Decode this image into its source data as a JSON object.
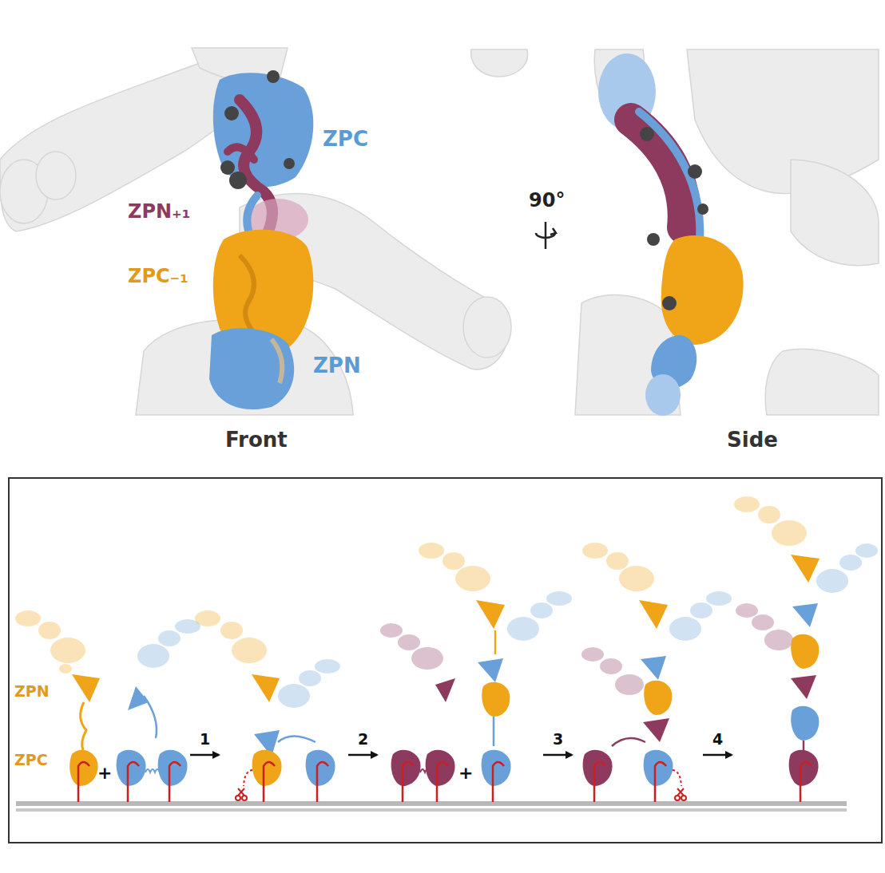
{
  "diagram": {
    "labels": [
      "ZPC",
      "ZPN₊₁",
      "ZPC₋₁",
      "ZPN",
      "90°",
      "Front",
      "Side",
      "ZPN",
      "ZPC",
      "+",
      "1",
      "2",
      "+",
      "3",
      "4"
    ]
  }
}
